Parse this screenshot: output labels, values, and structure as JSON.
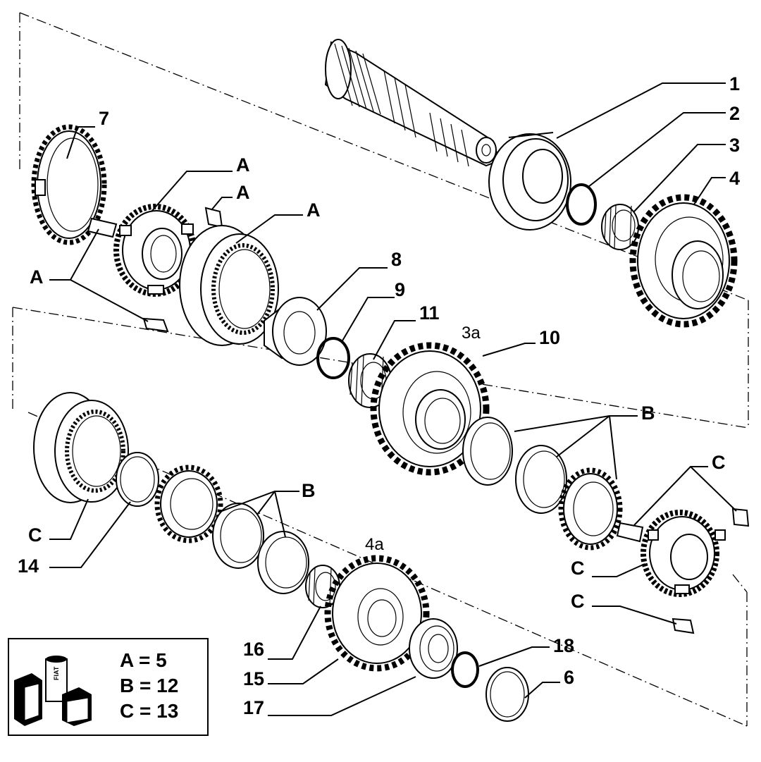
{
  "callouts": {
    "c1": "1",
    "c2": "2",
    "c3": "3",
    "c4": "4",
    "c7": "7",
    "c8": "8",
    "c9": "9",
    "c10": "10",
    "c11": "11",
    "c14": "14",
    "c15": "15",
    "c16": "16",
    "c17": "17",
    "c18": "18",
    "c6": "6",
    "a1": "A",
    "a2": "A",
    "a3": "A",
    "a4": "A",
    "b1": "B",
    "b2": "B",
    "cc1": "C",
    "cc2": "C",
    "cc3": "C",
    "cc4": "C",
    "g3a": "3a",
    "g4a": "4a"
  },
  "legend": {
    "rows": [
      "A = 5",
      "B = 12",
      "C = 13"
    ],
    "kit_brand": "FIAT"
  }
}
